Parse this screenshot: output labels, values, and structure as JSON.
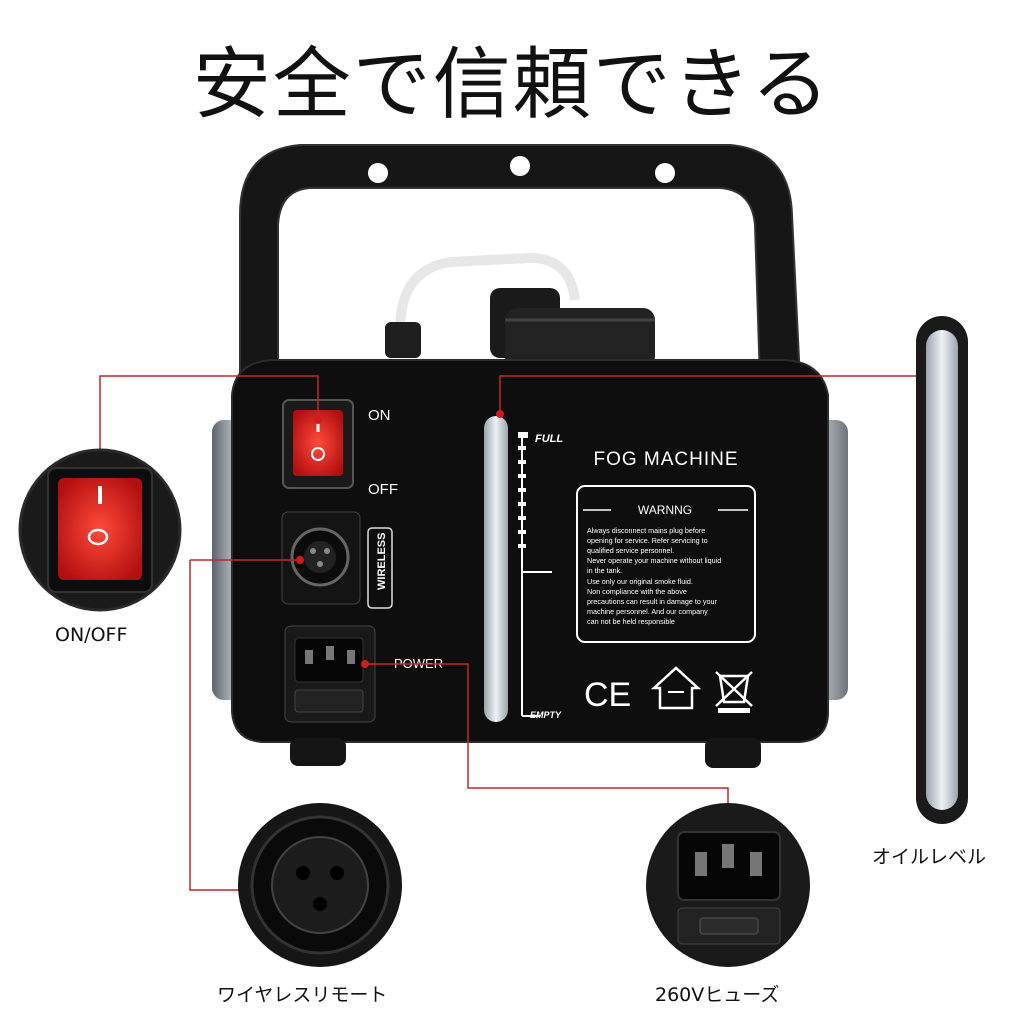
{
  "headline": "安全で信頼できる",
  "machine": {
    "brand_label": "FOG MACHINE",
    "switch_on": "ON",
    "switch_off": "OFF",
    "wireless_tag": "WIRELESS",
    "power_label": "POWER",
    "gauge_full": "FULL",
    "gauge_empty": "EMPTY",
    "warning_title": "WARNNG",
    "warning_lines": [
      "Always disconnect mains plug before",
      "opening for service. Refer servicing to",
      "qualified service personnel.",
      "Never operate your machine without liquid",
      "in the tank.",
      "Use only our original smoke fluid.",
      "Non compliance with the above",
      "precautions can result in damage to your",
      "machine personnel. And our company",
      "can not be held responsible"
    ],
    "ce_mark": "CE"
  },
  "callouts": {
    "switch": "ON/OFF",
    "wireless": "ワイヤレスリモート",
    "fuse": "260Vヒューズ",
    "oil_level": "オイルレベル"
  },
  "colors": {
    "callout_line": "#c0282d",
    "body": "#0e0e0e",
    "switch_red": "#d21b1b",
    "side_panel": "#8a8f96"
  }
}
